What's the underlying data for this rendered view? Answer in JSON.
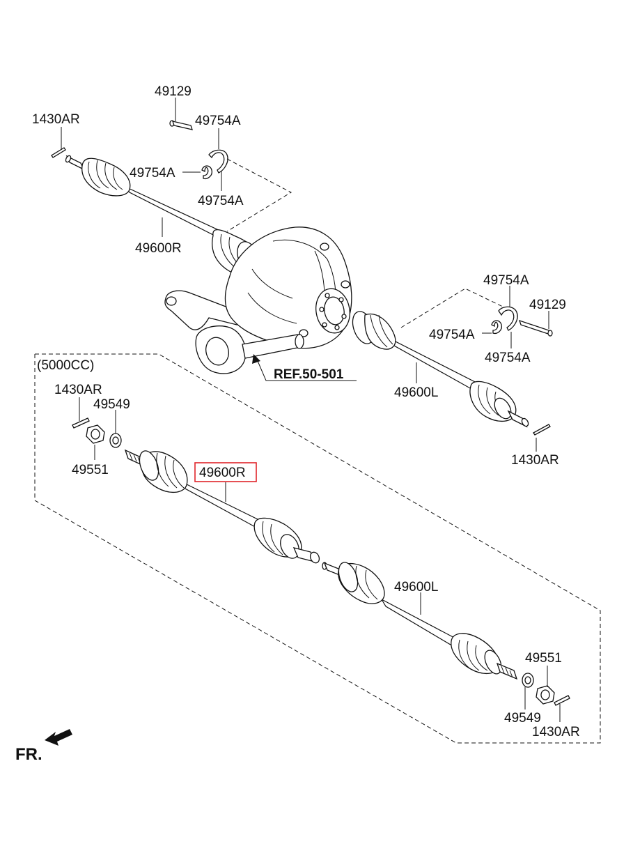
{
  "labels": {
    "bolt_top": "49129",
    "cotter_tl": "1430AR",
    "clip_a1": "49754A",
    "clip_a2": "49754A",
    "clip_a3": "49754A",
    "shaft_r_top": "49600R",
    "clip_b1": "49754A",
    "bolt_right": "49129",
    "clip_b2": "49754A",
    "clip_b3": "49754A",
    "ref": "REF.50-501",
    "shaft_l_top": "49600L",
    "cotter_r": "1430AR",
    "variant": "(5000CC)",
    "cotter_l2": "1430AR",
    "washer_l": "49549",
    "nut_l": "49551",
    "shaft_r_sel": "49600R",
    "shaft_l_low": "49600L",
    "nut_r": "49551",
    "washer_r": "49549",
    "cotter_r2": "1430AR",
    "front": "FR."
  },
  "highlight_color": "#e0242a"
}
